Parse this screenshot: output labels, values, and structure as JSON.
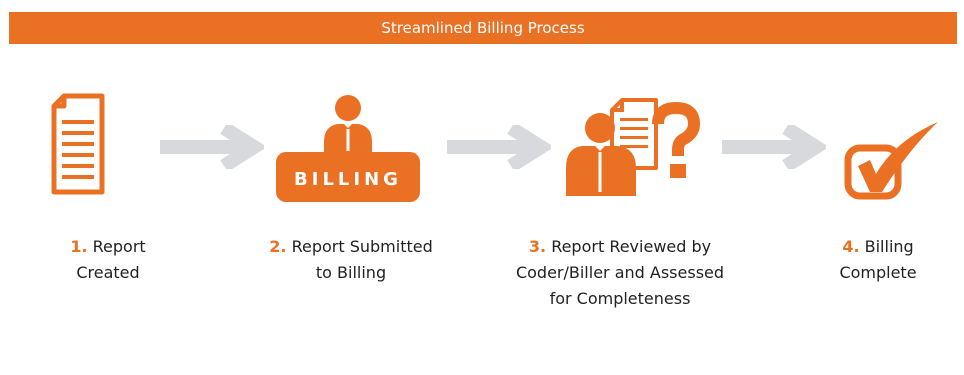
{
  "banner": {
    "title": "Streamlined Billing Process"
  },
  "colors": {
    "accent": "#ea7024",
    "arrow": "#d7d9dc",
    "text": "#222222"
  },
  "steps": [
    {
      "number": "1.",
      "line1": "Report",
      "line2": "Created",
      "icon": "document-icon"
    },
    {
      "number": "2.",
      "line1": "Report Submitted",
      "line2": "to Billing",
      "icon": "person-billing-icon",
      "sign_text": "BILLING"
    },
    {
      "number": "3.",
      "line1": "Report Reviewed by",
      "line2": "Coder/Biller and Assessed",
      "line3": "for Completeness",
      "icon": "person-question-document-icon"
    },
    {
      "number": "4.",
      "line1": "Billing",
      "line2": "Complete",
      "icon": "checkmark-icon"
    }
  ],
  "arrows": [
    "arrow-right-icon",
    "arrow-right-icon",
    "arrow-right-icon"
  ]
}
